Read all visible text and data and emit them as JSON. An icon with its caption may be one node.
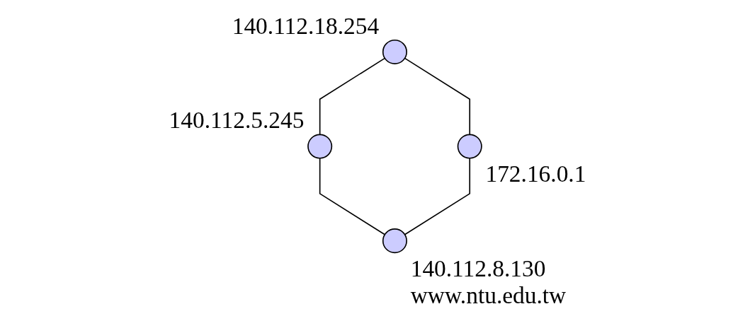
{
  "diagram": {
    "nodes": [
      {
        "text": [],
        "shape": "circle",
        "beside": [
          "140.112.18.254"
        ]
      },
      {
        "text": [],
        "shape": "circle",
        "beside": [
          "140.112.5.245"
        ]
      },
      {
        "text": [],
        "shape": "circle",
        "beside": [
          "172.16.0.1"
        ]
      },
      {
        "text": [],
        "shape": "circle",
        "beside": [
          "140.112.8.130",
          "www.ntu.edu.tw"
        ]
      }
    ],
    "edges": [
      {
        "from": 0,
        "to": 1,
        "arrow": "none"
      },
      {
        "from": 0,
        "to": 2,
        "arrow": "none"
      },
      {
        "from": 1,
        "to": 3,
        "arrow": "none"
      },
      {
        "from": 2,
        "to": 3,
        "arrow": "none"
      }
    ]
  }
}
